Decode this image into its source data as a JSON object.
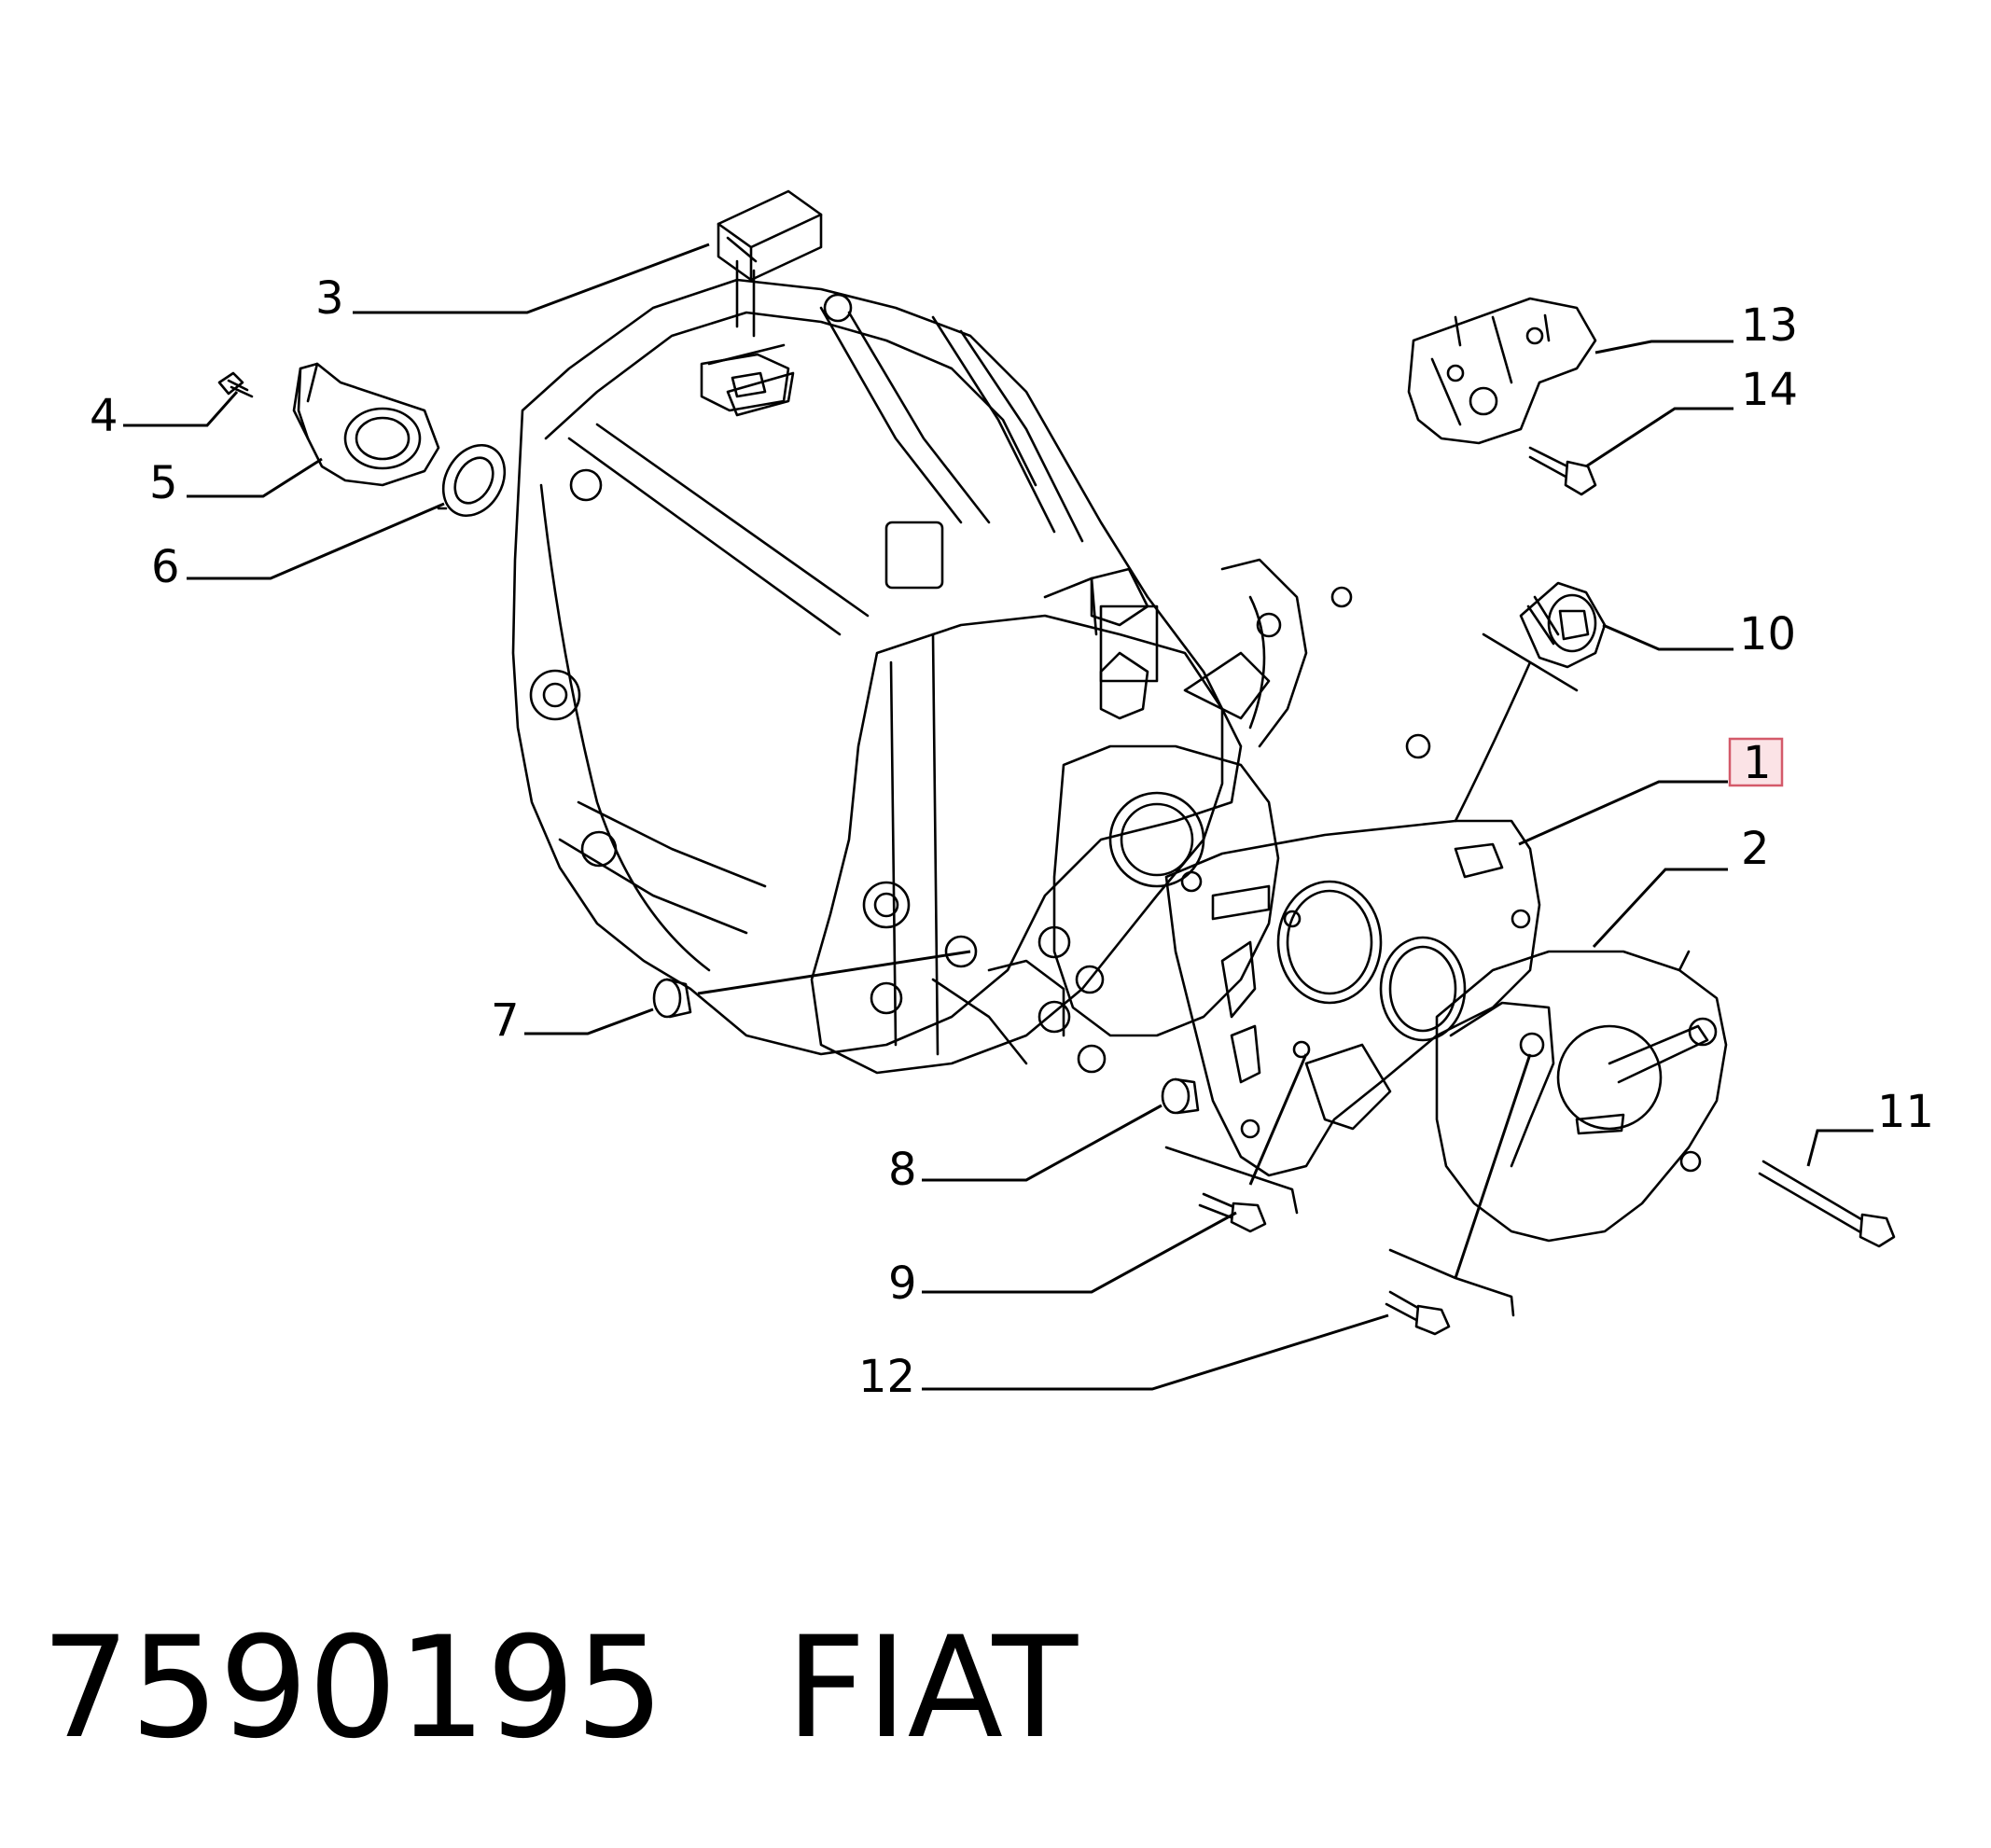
{
  "callouts": [
    {
      "id": "1",
      "label": "1",
      "highlighted": true
    },
    {
      "id": "2",
      "label": "2"
    },
    {
      "id": "3",
      "label": "3"
    },
    {
      "id": "4",
      "label": "4"
    },
    {
      "id": "5",
      "label": "5"
    },
    {
      "id": "6",
      "label": "6"
    },
    {
      "id": "7",
      "label": "7"
    },
    {
      "id": "8",
      "label": "8"
    },
    {
      "id": "9",
      "label": "9"
    },
    {
      "id": "10",
      "label": "10"
    },
    {
      "id": "11",
      "label": "11"
    },
    {
      "id": "12",
      "label": "12"
    },
    {
      "id": "13",
      "label": "13"
    },
    {
      "id": "14",
      "label": "14"
    }
  ],
  "footer": {
    "part_number": "7590195",
    "brand": "FIAT"
  },
  "colors": {
    "highlight_fill": "#fbe3e6",
    "highlight_border": "#d45a6a",
    "line": "#000000",
    "background": "#ffffff"
  }
}
